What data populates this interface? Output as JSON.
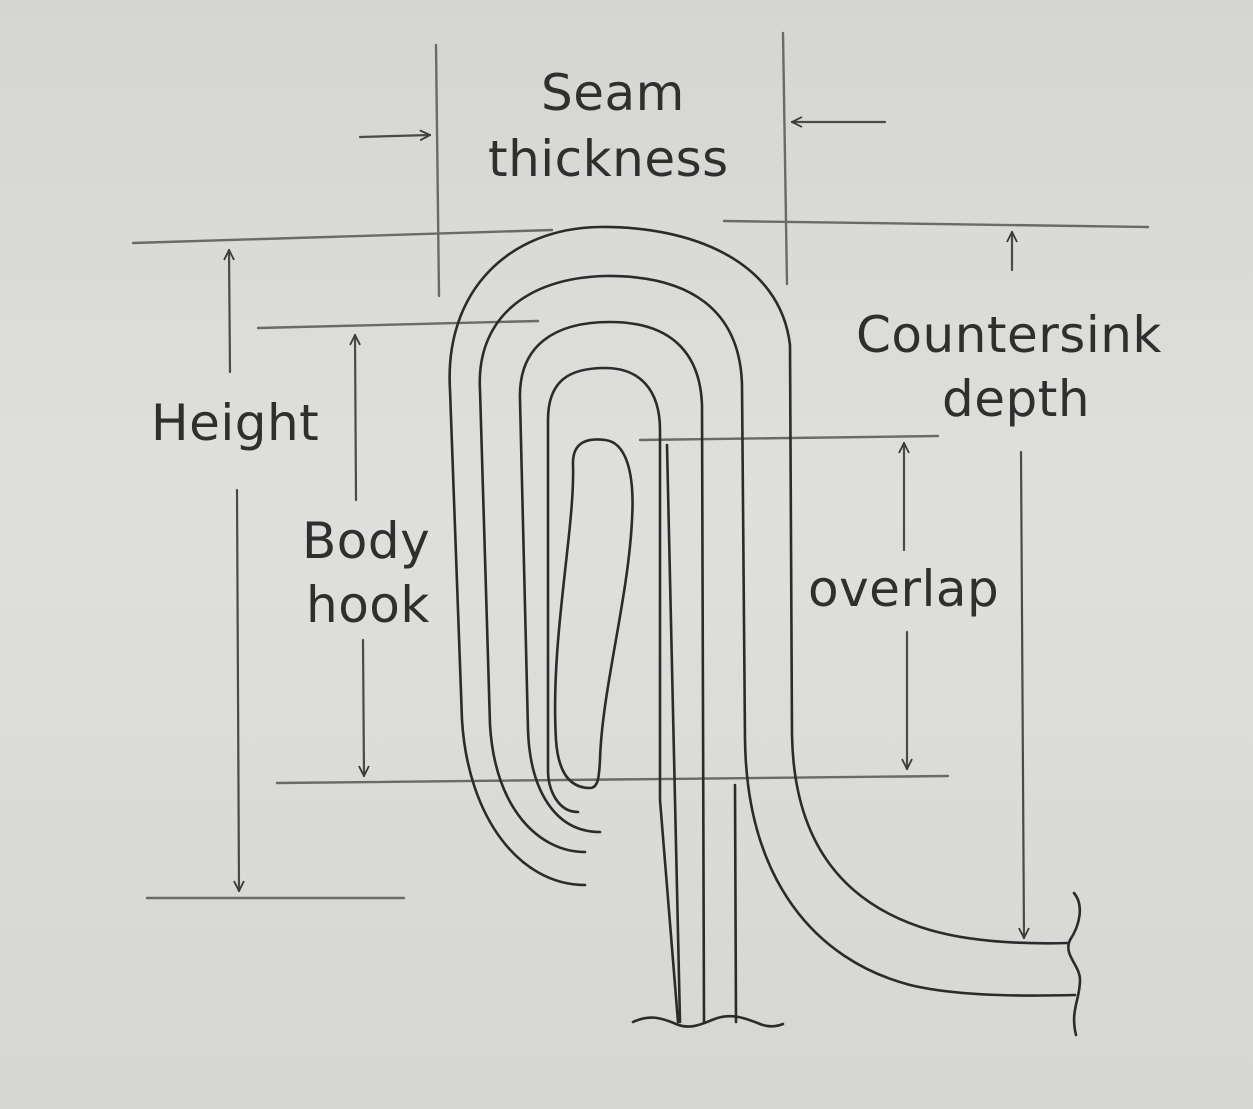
{
  "labels": {
    "seam_line1": "Seam",
    "seam_line2": "thickness",
    "countersink_line1": "Countersink",
    "countersink_line2": "depth",
    "height": "Height",
    "body_line1": "Body",
    "body_line2": "hook",
    "overlap": "overlap"
  }
}
